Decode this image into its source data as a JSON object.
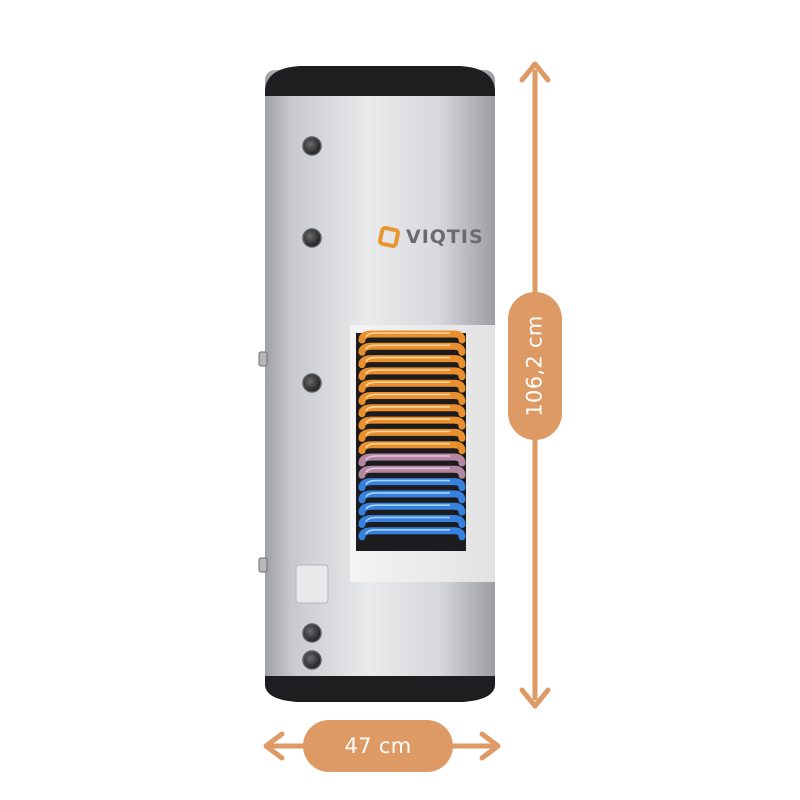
{
  "product": {
    "brand": "VIQTIS",
    "colors": {
      "accent": "#DE9A65",
      "tank_body": "#DADBDD",
      "tank_cap": "#1E1E20",
      "logo_orange": "#E8962E",
      "coil_hot": "#E48A2C",
      "coil_cold": "#3B7FD6"
    }
  },
  "dimensions": {
    "height_label": "106,2 cm",
    "width_label": "47 cm"
  },
  "icons": {
    "height_arrow": "double-arrow-vertical-icon",
    "width_arrow": "double-arrow-horizontal-icon",
    "logo": "viqtis-logo-icon"
  }
}
